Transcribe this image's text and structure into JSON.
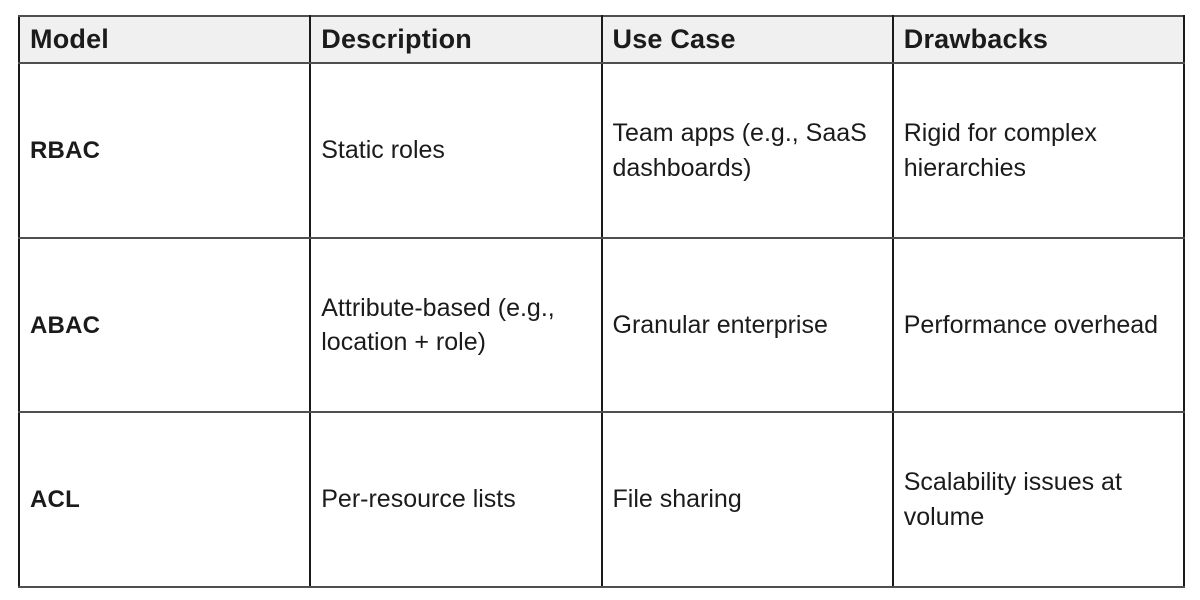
{
  "table": {
    "columns": [
      {
        "label": "Model"
      },
      {
        "label": "Description"
      },
      {
        "label": "Use Case"
      },
      {
        "label": "Drawbacks"
      }
    ],
    "rows": [
      {
        "model": "RBAC",
        "description": "Static roles",
        "use_case": "Team apps (e.g., SaaS dashboards)",
        "drawbacks": "Rigid for complex hierarchies"
      },
      {
        "model": "ABAC",
        "description": "Attribute-based (e.g., location + role)",
        "use_case": "Granular enterprise",
        "drawbacks": "Performance overhead"
      },
      {
        "model": "ACL",
        "description": "Per-resource lists",
        "use_case": "File sharing",
        "drawbacks": "Scalability issues at volume"
      }
    ],
    "style": {
      "header_background": "#f0f0f0",
      "vertical_border_color": "#1a1a1a",
      "horizontal_border_color": "#4f4f4f",
      "text_color": "#1b1b1b",
      "page_background": "#ffffff"
    }
  },
  "chart_data": {
    "type": "table",
    "title": "",
    "columns": [
      "Model",
      "Description",
      "Use Case",
      "Drawbacks"
    ],
    "rows": [
      [
        "RBAC",
        "Static roles",
        "Team apps (e.g., SaaS dashboards)",
        "Rigid for complex hierarchies"
      ],
      [
        "ABAC",
        "Attribute-based (e.g., location + role)",
        "Granular enterprise",
        "Performance overhead"
      ],
      [
        "ACL",
        "Per-resource lists",
        "File sharing",
        "Scalability issues at volume"
      ]
    ]
  }
}
